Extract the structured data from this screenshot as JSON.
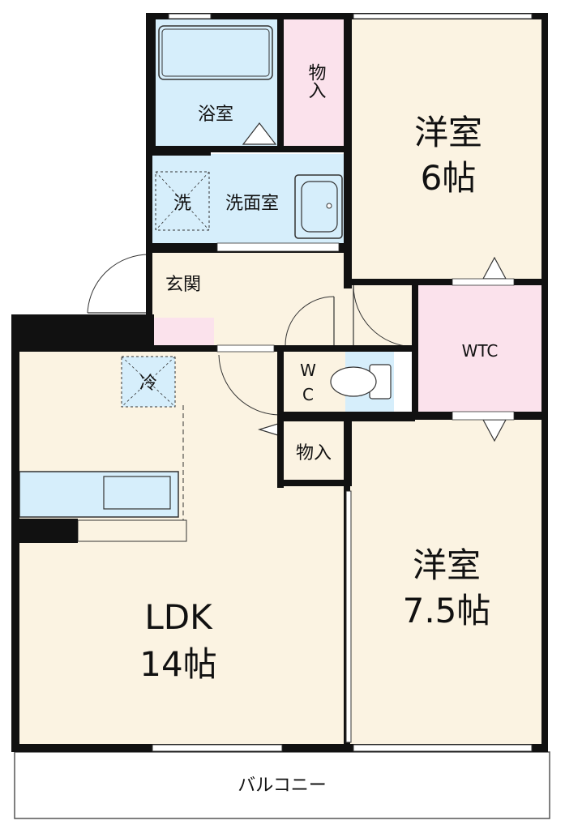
{
  "rooms": {
    "bathroom": "浴室",
    "storage_top": "物入",
    "washroom": "洗面室",
    "washer": "洗",
    "western_room_1_name": "洋室",
    "western_room_1_size": "6帖",
    "entrance": "玄関",
    "wtc": "WTC",
    "wc_top": "W",
    "wc_bottom": "C",
    "refrigerator": "冷",
    "storage_mid": "物入",
    "ldk_name": "LDK",
    "ldk_size": "14帖",
    "western_room_2_name": "洋室",
    "western_room_2_size": "7.5帖",
    "balcony": "バルコニー"
  },
  "colors": {
    "wall": "#111111",
    "floor": "#fbf3e2",
    "wet_area": "#d6eefb",
    "storage": "#fbe2ec",
    "balcony": "#ffffff"
  }
}
